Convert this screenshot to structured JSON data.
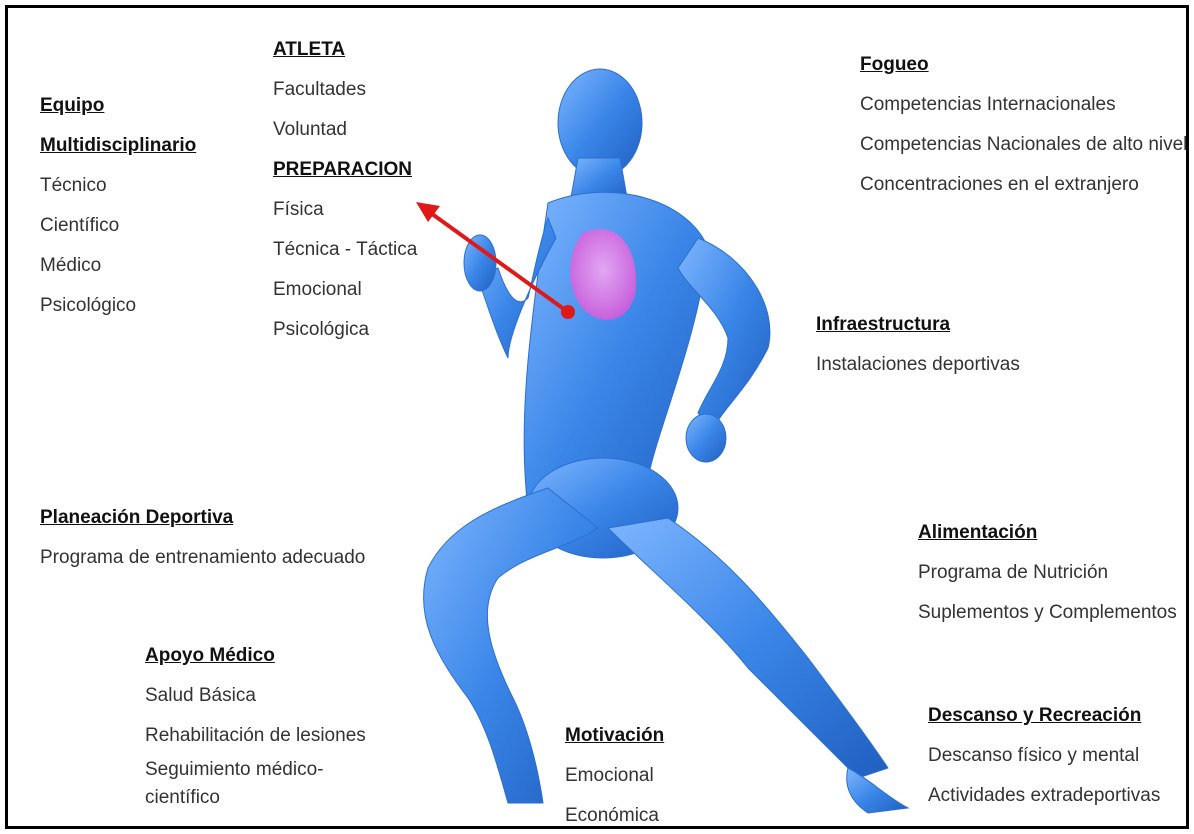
{
  "equipo": {
    "title_line1": "Equipo",
    "title_line2": "Multidisciplinario",
    "items": [
      "Técnico",
      "Científico",
      "Médico",
      "Psicológico"
    ]
  },
  "atleta": {
    "title": "ATLETA",
    "items": [
      "Facultades",
      "Voluntad"
    ]
  },
  "preparacion": {
    "title": "PREPARACION",
    "items": [
      "Física",
      "Técnica - Táctica",
      "Emocional",
      "Psicológica"
    ]
  },
  "fogueo": {
    "title": "Fogueo",
    "items": [
      "Competencias Internacionales",
      "Competencias Nacionales de alto nivel",
      "Concentraciones en el extranjero"
    ]
  },
  "infraestructura": {
    "title": "Infraestructura",
    "items": [
      "Instalaciones deportivas"
    ]
  },
  "planeacion": {
    "title": "Planeación Deportiva",
    "items": [
      "Programa de entrenamiento adecuado"
    ]
  },
  "alimentacion": {
    "title": "Alimentación",
    "items": [
      "Programa de Nutrición",
      "Suplementos y Complementos"
    ]
  },
  "apoyo": {
    "title": "Apoyo Médico",
    "items": [
      "Salud Básica",
      "Rehabilitación de lesiones",
      "Seguimiento médico-científico"
    ]
  },
  "motivacion": {
    "title": "Motivación",
    "items": [
      "Emocional",
      "Económica"
    ]
  },
  "descanso": {
    "title": "Descanso y Recreación",
    "items": [
      "Descanso físico y mental",
      "Actividades extradeportivas"
    ]
  },
  "colors": {
    "body": "#3a86e8",
    "heart": "#e070e0",
    "arrow": "#e01818",
    "border": "#000000"
  }
}
